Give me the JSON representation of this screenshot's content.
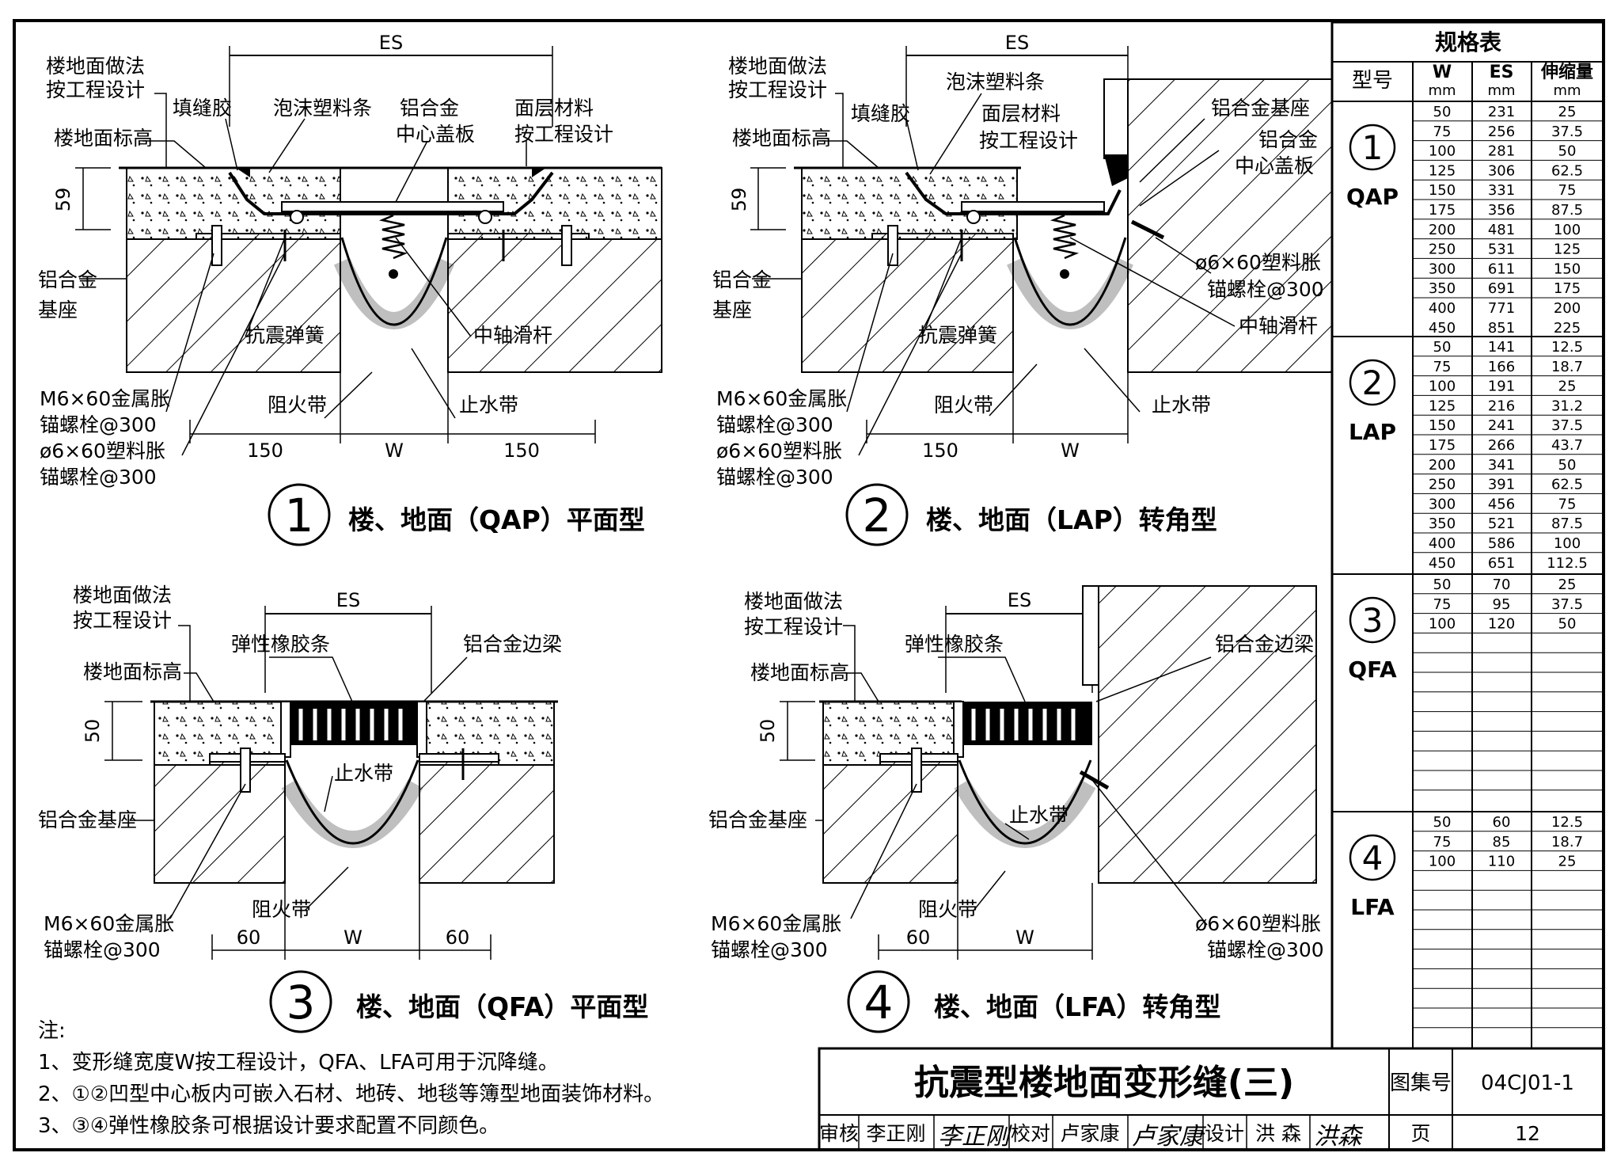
{
  "diagrams": [
    {
      "number": "1",
      "caption": "楼、地面（QAP）平面型",
      "labels": {
        "floor_practice": [
          "楼地面做法",
          "按工程设计"
        ],
        "floor_elevation": "楼地面标高",
        "caulk": "填缝胶",
        "foam_strip": "泡沫塑料条",
        "center_plate": [
          "铝合金",
          "中心盖板"
        ],
        "surface_material": [
          "面层材料",
          "按工程设计"
        ],
        "base": [
          "铝合金",
          "基座"
        ],
        "spring": "抗震弹簧",
        "slide_rod": "中轴滑杆",
        "fire_belt": "阻火带",
        "water_stop": "止水带",
        "metal_anchor": [
          "M6×60金属胀",
          "锚螺栓@300"
        ],
        "plastic_anchor": [
          "ø6×60塑料胀",
          "锚螺栓@300"
        ]
      },
      "dims": {
        "es": "ES",
        "h": "59",
        "left": "150",
        "mid": "W",
        "right": "150"
      }
    },
    {
      "number": "2",
      "caption": "楼、地面（LAP）转角型",
      "labels": {
        "floor_practice": [
          "楼地面做法",
          "按工程设计"
        ],
        "floor_elevation": "楼地面标高",
        "caulk": "填缝胶",
        "foam_strip": "泡沫塑料条",
        "surface_material": [
          "面层材料",
          "按工程设计"
        ],
        "al_base": "铝合金基座",
        "center_plate": [
          "铝合金",
          "中心盖板"
        ],
        "base": [
          "铝合金",
          "基座"
        ],
        "plastic_anchor_r": [
          "ø6×60塑料胀",
          "锚螺栓@300"
        ],
        "slide_rod": "中轴滑杆",
        "spring": "抗震弹簧",
        "fire_belt": "阻火带",
        "water_stop": "止水带",
        "metal_anchor": [
          "M6×60金属胀",
          "锚螺栓@300"
        ],
        "plastic_anchor": [
          "ø6×60塑料胀",
          "锚螺栓@300"
        ]
      },
      "dims": {
        "es": "ES",
        "h": "59",
        "left": "150",
        "mid": "W"
      }
    },
    {
      "number": "3",
      "caption": "楼、地面（QFA）平面型",
      "labels": {
        "floor_practice": [
          "楼地面做法",
          "按工程设计"
        ],
        "floor_elevation": "楼地面标高",
        "rubber": "弹性橡胶条",
        "edge_beam": "铝合金边梁",
        "water_stop": "止水带",
        "base": "铝合金基座",
        "fire_belt": "阻火带",
        "metal_anchor": [
          "M6×60金属胀",
          "锚螺栓@300"
        ]
      },
      "dims": {
        "es": "ES",
        "h": "50",
        "left": "60",
        "mid": "W",
        "right": "60"
      }
    },
    {
      "number": "4",
      "caption": "楼、地面（LFA）转角型",
      "labels": {
        "floor_practice": [
          "楼地面做法",
          "按工程设计"
        ],
        "floor_elevation": "楼地面标高",
        "rubber": "弹性橡胶条",
        "edge_beam": "铝合金边梁",
        "base": "铝合金基座",
        "water_stop": "止水带",
        "fire_belt": "阻火带",
        "metal_anchor": [
          "M6×60金属胀",
          "锚螺栓@300"
        ],
        "plastic_anchor": [
          "ø6×60塑料胀",
          "锚螺栓@300"
        ]
      },
      "dims": {
        "es": "ES",
        "h": "50",
        "left": "60",
        "mid": "W"
      }
    }
  ],
  "spec_table": {
    "title": "规格表",
    "headers": {
      "model": "型号",
      "w": "W",
      "w_unit": "mm",
      "es": "ES",
      "es_unit": "mm",
      "exp": "伸缩量",
      "exp_unit": "mm"
    },
    "groups": [
      {
        "num": "1",
        "code": "QAP",
        "rows": [
          [
            "50",
            "231",
            "25"
          ],
          [
            "75",
            "256",
            "37.5"
          ],
          [
            "100",
            "281",
            "50"
          ],
          [
            "125",
            "306",
            "62.5"
          ],
          [
            "150",
            "331",
            "75"
          ],
          [
            "175",
            "356",
            "87.5"
          ],
          [
            "200",
            "481",
            "100"
          ],
          [
            "250",
            "531",
            "125"
          ],
          [
            "300",
            "611",
            "150"
          ],
          [
            "350",
            "691",
            "175"
          ],
          [
            "400",
            "771",
            "200"
          ],
          [
            "450",
            "851",
            "225"
          ]
        ]
      },
      {
        "num": "2",
        "code": "LAP",
        "rows": [
          [
            "50",
            "141",
            "12.5"
          ],
          [
            "75",
            "166",
            "18.7"
          ],
          [
            "100",
            "191",
            "25"
          ],
          [
            "125",
            "216",
            "31.2"
          ],
          [
            "150",
            "241",
            "37.5"
          ],
          [
            "175",
            "266",
            "43.7"
          ],
          [
            "200",
            "341",
            "50"
          ],
          [
            "250",
            "391",
            "62.5"
          ],
          [
            "300",
            "456",
            "75"
          ],
          [
            "350",
            "521",
            "87.5"
          ],
          [
            "400",
            "586",
            "100"
          ],
          [
            "450",
            "651",
            "112.5"
          ]
        ]
      },
      {
        "num": "3",
        "code": "QFA",
        "rows": [
          [
            "50",
            "70",
            "25"
          ],
          [
            "75",
            "95",
            "37.5"
          ],
          [
            "100",
            "120",
            "50"
          ]
        ]
      },
      {
        "num": "4",
        "code": "LFA",
        "rows": [
          [
            "50",
            "60",
            "12.5"
          ],
          [
            "75",
            "85",
            "18.7"
          ],
          [
            "100",
            "110",
            "25"
          ]
        ]
      }
    ]
  },
  "notes": {
    "title": "注:",
    "items": [
      "1、变形缝宽度W按工程设计，QFA、LFA可用于沉降缝。",
      "2、①②凹型中心板内可嵌入石材、地砖、地毯等簿型地面装饰材料。",
      "3、③④弹性橡胶条可根据设计要求配置不同颜色。"
    ]
  },
  "title_block": {
    "title": "抗震型楼地面变形缝(三)",
    "atlas_label": "图集号",
    "atlas_no": "04CJ01-1",
    "review": "审核",
    "reviewer": "李正刚",
    "check": "校对",
    "checker": "卢家康",
    "design": "设计",
    "designer": "洪 森",
    "page_label": "页",
    "page_no": "12"
  }
}
